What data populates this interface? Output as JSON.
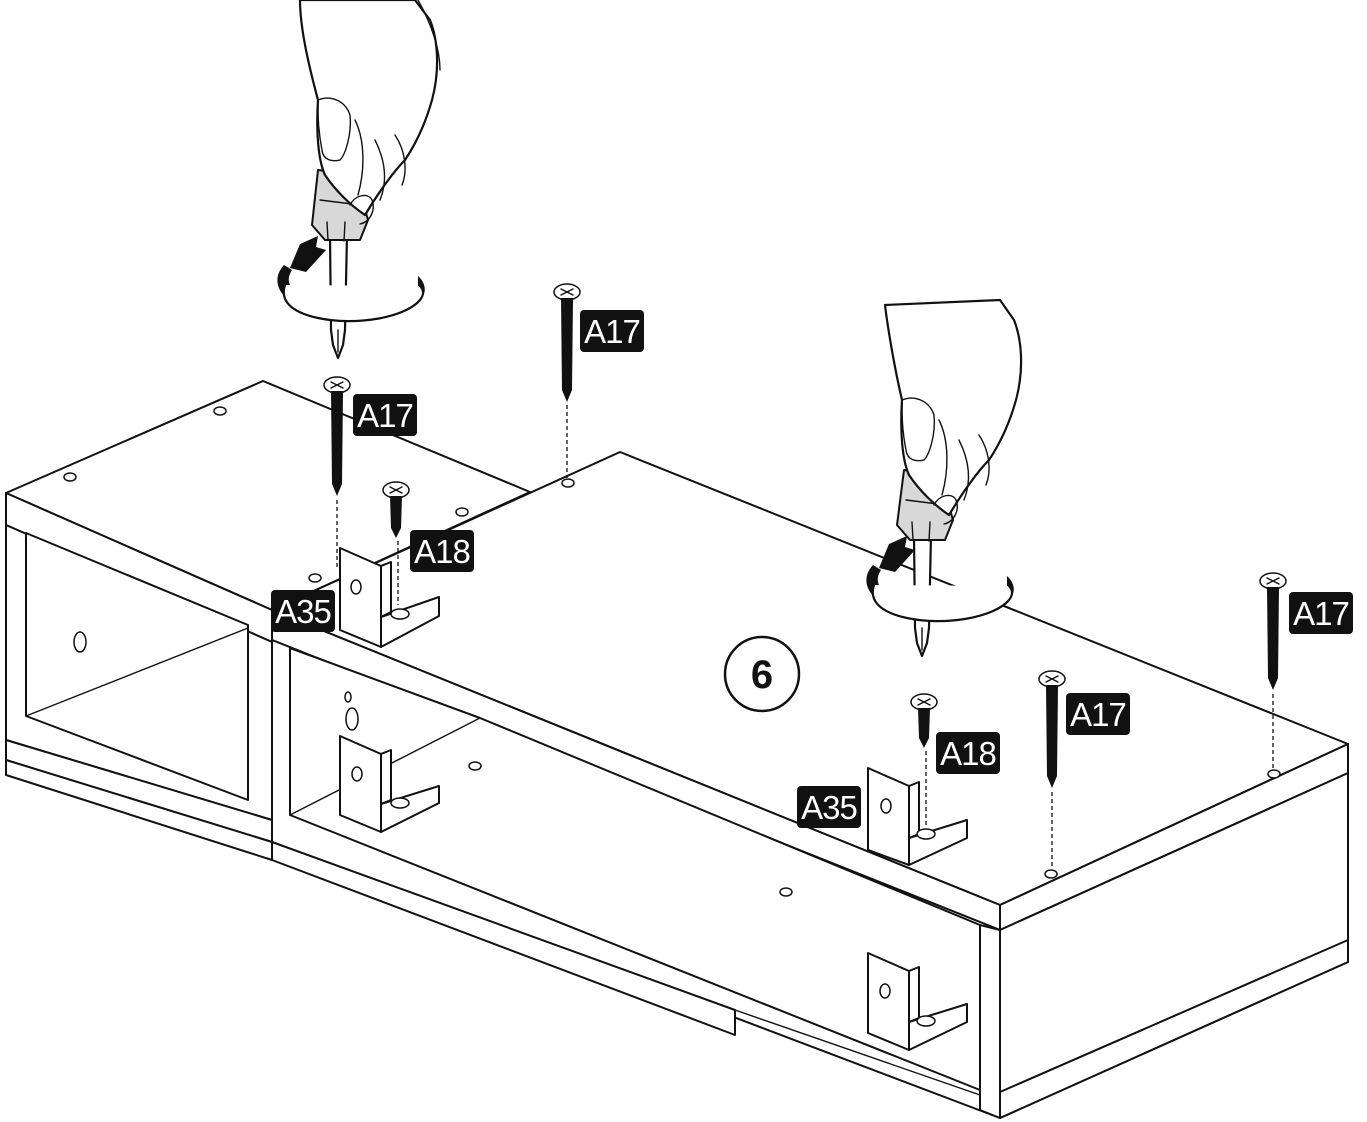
{
  "step": {
    "number": "6"
  },
  "parts": {
    "screw_long": "A17",
    "screw_short": "A18",
    "bracket": "A35"
  },
  "icons": {
    "step": "step-number-circle-icon",
    "hand": "hand-with-screwdriver-icon",
    "rotate": "clockwise-rotate-arrow-icon",
    "screw": "screw-icon",
    "bracket": "angle-bracket-icon"
  }
}
